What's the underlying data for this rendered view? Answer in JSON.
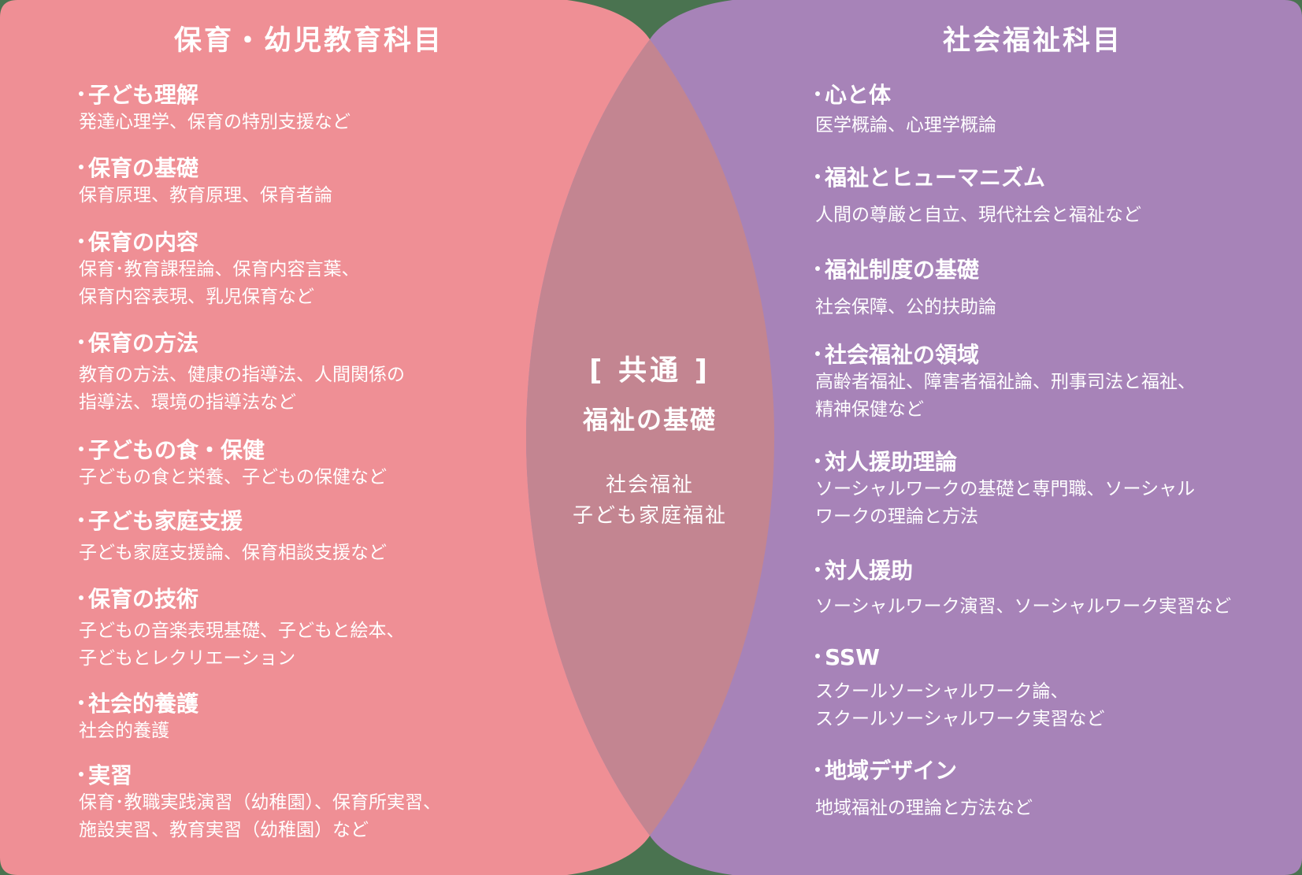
{
  "colors": {
    "childcare": "#EF8F95",
    "social_welfare": "#A783B8",
    "overlap": "#C38591",
    "text": "#FFFFFF",
    "background": "#4A7350"
  },
  "left": {
    "title": "保育・幼児教育科目",
    "items": [
      {
        "heading": "子ども理解",
        "lines": [
          "発達心理学、保育の特別支援など"
        ]
      },
      {
        "heading": "保育の基礎",
        "lines": [
          "保育原理、教育原理、保育者論"
        ]
      },
      {
        "heading": "保育の内容",
        "lines": [
          "保育･教育課程論、保育内容言葉、",
          "保育内容表現、乳児保育など"
        ]
      },
      {
        "heading": "保育の方法",
        "lines": [
          "教育の方法、健康の指導法、人間関係の",
          "指導法、環境の指導法など"
        ]
      },
      {
        "heading": "子どもの食・保健",
        "lines": [
          "子どもの食と栄養、子どもの保健など"
        ]
      },
      {
        "heading": "子ども家庭支援",
        "lines": [
          "子ども家庭支援論、保育相談支援など"
        ]
      },
      {
        "heading": "保育の技術",
        "lines": [
          "子どもの音楽表現基礎、子どもと絵本、",
          "子どもとレクリエーション"
        ]
      },
      {
        "heading": "社会的養護",
        "lines": [
          "社会的養護"
        ]
      },
      {
        "heading": "実習",
        "lines": [
          "保育･教職実践演習（幼稚園）、保育所実習、",
          "施設実習、教育実習（幼稚園）など"
        ]
      }
    ]
  },
  "center": {
    "label": "[ 共通 ]",
    "title": "福祉の基礎",
    "lines": [
      "社会福祉",
      "子ども家庭福祉"
    ]
  },
  "right": {
    "title": "社会福祉科目",
    "items": [
      {
        "heading": "心と体",
        "lines": [
          "医学概論、心理学概論"
        ]
      },
      {
        "heading": "福祉とヒューマニズム",
        "lines": [
          "人間の尊厳と自立、現代社会と福祉など"
        ]
      },
      {
        "heading": "福祉制度の基礎",
        "lines": [
          "社会保障、公的扶助論"
        ]
      },
      {
        "heading": "社会福祉の領域",
        "lines": [
          "高齢者福祉、障害者福祉論、刑事司法と福祉、",
          "精神保健など"
        ]
      },
      {
        "heading": "対人援助理論",
        "lines": [
          "ソーシャルワークの基礎と専門職、ソーシャル",
          "ワークの理論と方法"
        ]
      },
      {
        "heading": "対人援助",
        "lines": [
          "ソーシャルワーク演習、ソーシャルワーク実習など"
        ]
      },
      {
        "heading": "SSW",
        "lines": [
          "スクールソーシャルワーク論、",
          "スクールソーシャルワーク実習など"
        ]
      },
      {
        "heading": "地域デザイン",
        "lines": [
          "地域福祉の理論と方法など"
        ]
      }
    ]
  }
}
